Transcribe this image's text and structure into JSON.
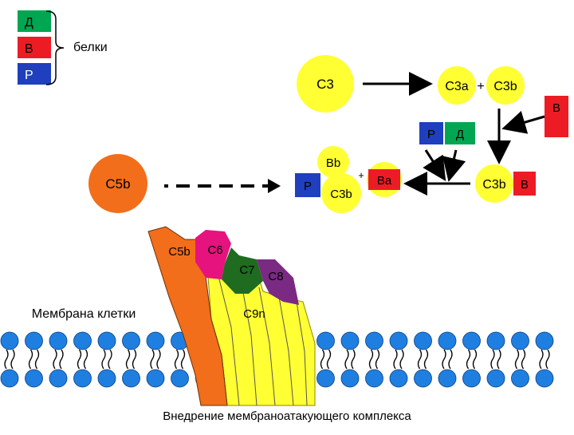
{
  "legend": {
    "items": [
      {
        "letter": "Д",
        "color": "#00a651"
      },
      {
        "letter": "В",
        "color": "#ed1c24"
      },
      {
        "letter": "Р",
        "color": "#1f3fbf"
      }
    ],
    "brace_label": "белки"
  },
  "reaction": {
    "c3": "C3",
    "c3a": "C3a",
    "plus1": "+",
    "c3b": "C3b",
    "factor_b_top": "В",
    "factor_p": "Р",
    "factor_d": "Д",
    "bb": "Bb",
    "plus2": "+",
    "ba": "Ba",
    "p_small": "Р",
    "c3b_small": "C3b",
    "c5b": "C5b",
    "c3b_right": "C3b",
    "b_right": "В"
  },
  "mac": {
    "c5b": "C5b",
    "c6": "C6",
    "c7": "C7",
    "c8": "C8",
    "c9n": "C9n",
    "membrane_label": "Мембрана клетки",
    "caption": "Внедрение мембраноатакующего комплекса"
  },
  "colors": {
    "yellow": "#ffff33",
    "orange": "#f26e1a",
    "magenta": "#e6127e",
    "dark_green": "#1f6b1f",
    "purple": "#7a2a82",
    "lipid_blue": "#1f7fe0",
    "green": "#00a651",
    "red": "#ed1c24",
    "blue": "#1f3fbf"
  }
}
